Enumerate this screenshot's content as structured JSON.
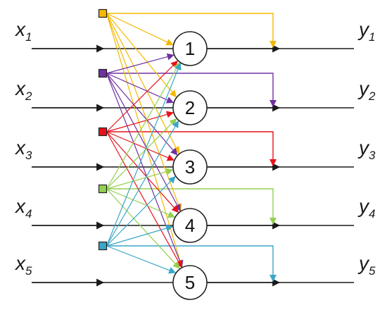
{
  "inputs": [
    {
      "letter": "x",
      "index": "1"
    },
    {
      "letter": "x",
      "index": "2"
    },
    {
      "letter": "x",
      "index": "3"
    },
    {
      "letter": "x",
      "index": "4"
    },
    {
      "letter": "x",
      "index": "5"
    }
  ],
  "outputs": [
    {
      "letter": "y",
      "index": "1"
    },
    {
      "letter": "y",
      "index": "2"
    },
    {
      "letter": "y",
      "index": "3"
    },
    {
      "letter": "y",
      "index": "4"
    },
    {
      "letter": "y",
      "index": "5"
    }
  ],
  "nodes": [
    "1",
    "2",
    "3",
    "4",
    "5"
  ],
  "delay_colors": [
    "#f5b800",
    "#7030a0",
    "#e8121b",
    "#92d050",
    "#3aa6c8"
  ],
  "line_color": "#1a1a1a"
}
